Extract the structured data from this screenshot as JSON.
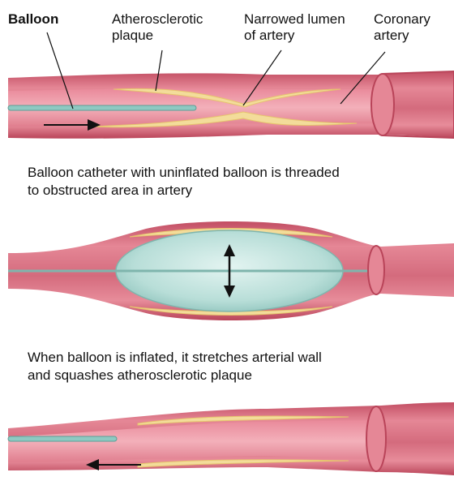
{
  "labels": {
    "balloon": "Balloon",
    "plaque_line1": "Atherosclerotic",
    "plaque_line2": "plaque",
    "lumen_line1": "Narrowed lumen",
    "lumen_line2": "of artery",
    "artery_line1": "Coronary",
    "artery_line2": "artery"
  },
  "captions": {
    "step1_line1": "Balloon catheter with uninflated balloon is threaded",
    "step1_line2": "to obstructed area in artery",
    "step2_line1": "When balloon is inflated, it stretches arterial wall",
    "step2_line2": "and squashes atherosclerotic plaque"
  },
  "colors": {
    "artery_wall": "#d8687a",
    "artery_light": "#f0a8b2",
    "lumen": "#e98a98",
    "plaque": "#f3dc9a",
    "balloon": "#bfe3de",
    "catheter": "#8ec9c2"
  }
}
